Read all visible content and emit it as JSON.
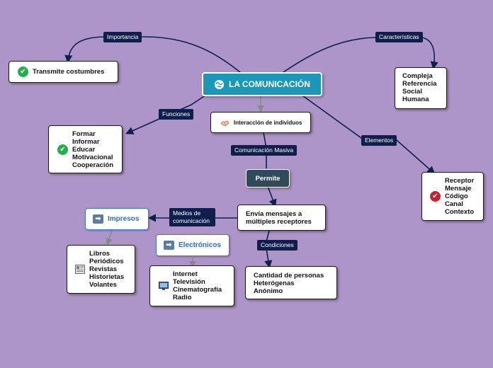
{
  "root": {
    "label": "LA COMUNICACIÓN",
    "icon": "globe-icon"
  },
  "tags": {
    "importancia": "Importancia",
    "caracteristicas": "Características",
    "funciones": "Funciones",
    "elementos": "Elementos",
    "comunicacion_masiva": "Comunicación Masiva",
    "medios": "Medios de comunicación",
    "condiciones": "Condiciones"
  },
  "nodes": {
    "transmite": "Transmite costumbres",
    "caracteristicas_list": [
      "Compleja",
      "Referencia",
      "Social",
      "Humana"
    ],
    "funciones_list": [
      "Formar",
      "Informar",
      "Educar",
      "Motivacional",
      "Cooperación"
    ],
    "interaccion": "Interacción de individuos",
    "permite": "Permite",
    "elementos_list": [
      "Receptor",
      "Mensaje",
      "Código",
      "Canal",
      "Contexto"
    ],
    "envia": [
      "Envía mensajes a",
      "múltiples receptores"
    ],
    "impresos": "Impresos",
    "electronicos": "Electrónicos",
    "impresos_list": [
      "Libros",
      "Periódicos",
      "Revistas",
      "Historietas",
      "Volantes"
    ],
    "electronicos_list": [
      "Internet",
      "Televisión",
      "Cinematografía",
      "Radio"
    ],
    "condiciones_list": [
      "Cantidad de personas",
      "Heterógenas",
      "Anónimo"
    ]
  },
  "colors": {
    "background": "#ad95c9",
    "root": "#1b98b8",
    "tag": "#0e1f4e",
    "check": "#1fb24a",
    "check_red": "#cc1f2e",
    "blue_border": "#3a7fd0"
  }
}
